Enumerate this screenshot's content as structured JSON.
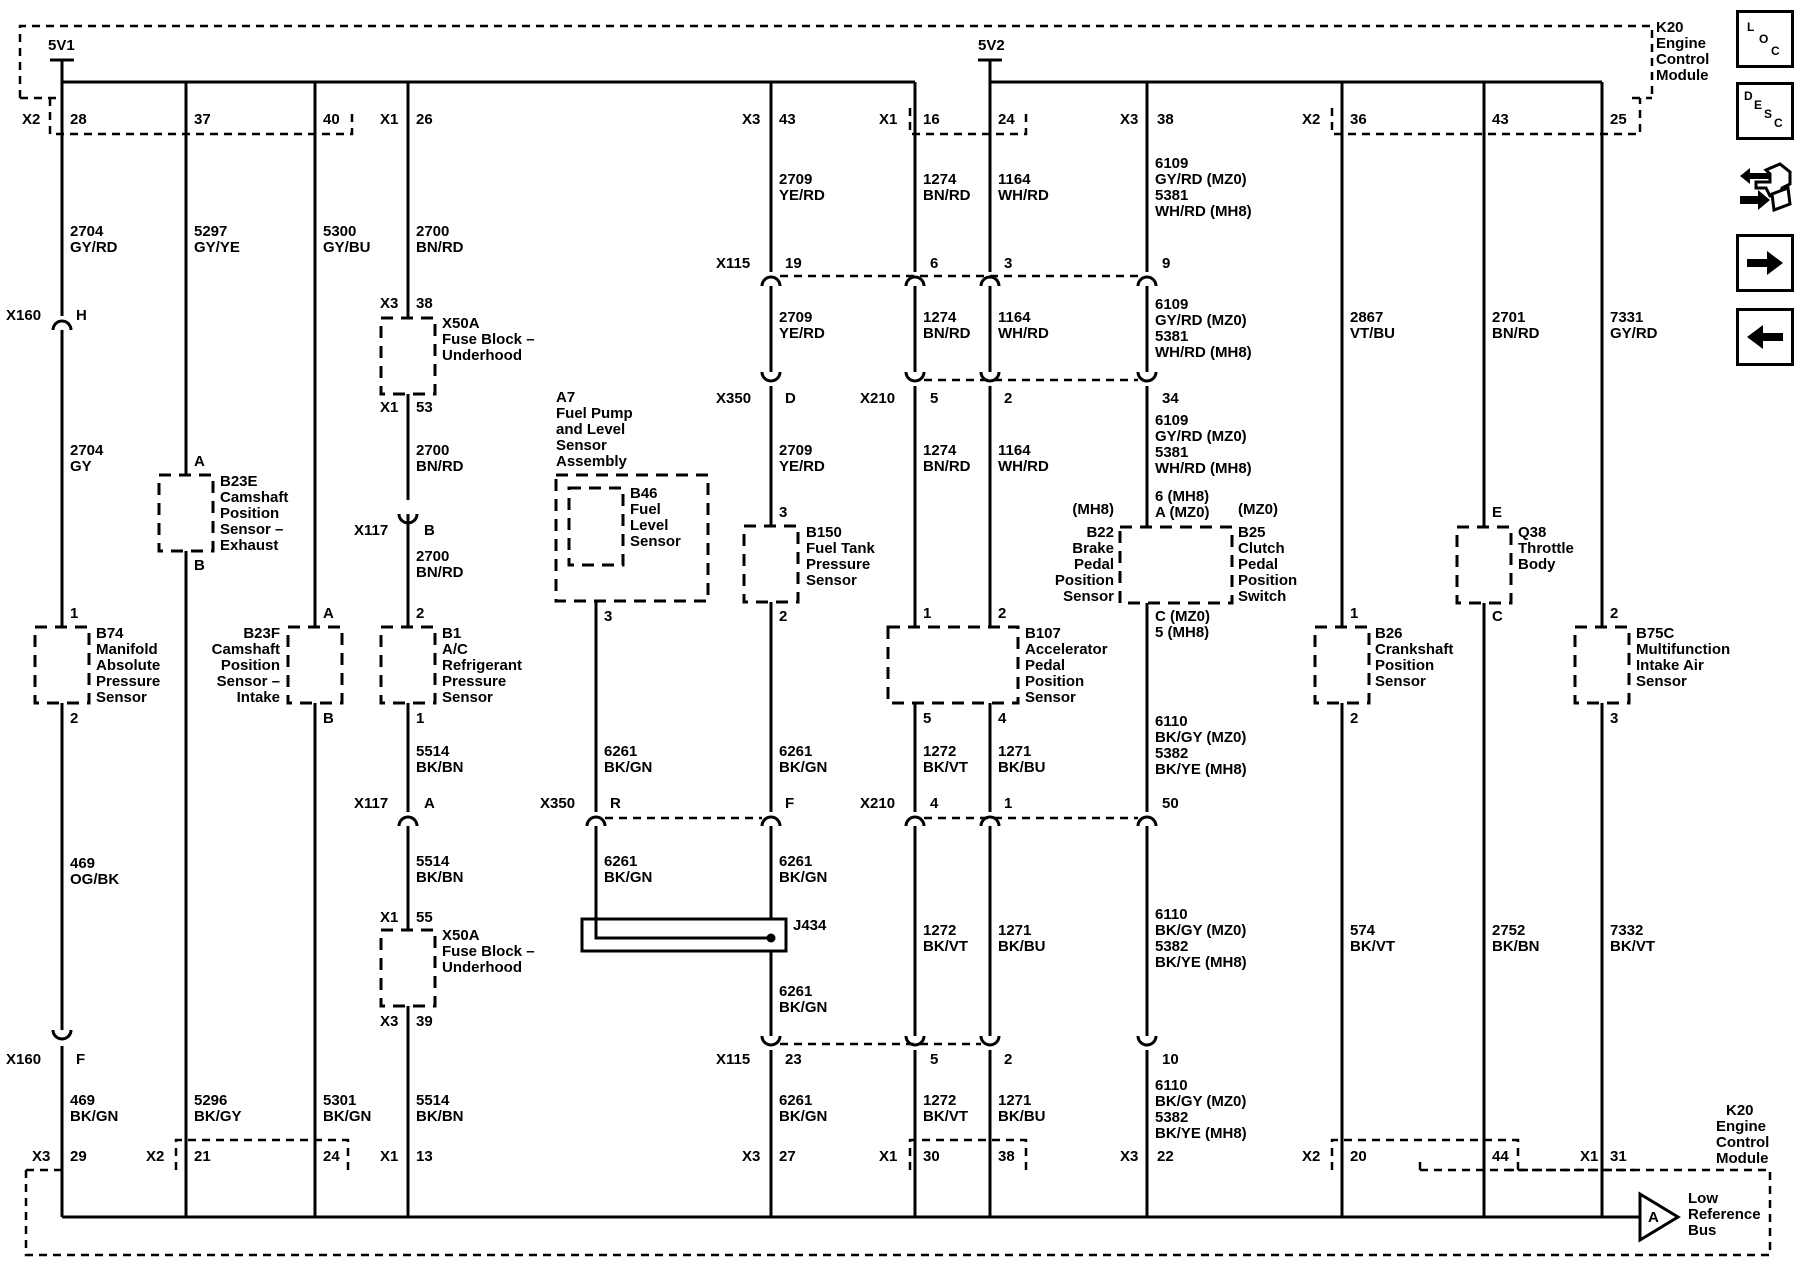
{
  "module": {
    "label_top": [
      "K20",
      "Engine",
      "Control",
      "Module"
    ],
    "label_bottom": [
      "K20",
      "Engine",
      "Control",
      "Module"
    ]
  },
  "supplies": [
    "5V1",
    "5V2"
  ],
  "top_connectors": [
    {
      "conn": "X2",
      "pins": [
        "28",
        "37",
        "40"
      ]
    },
    {
      "conn": "X1",
      "pins": [
        "26"
      ]
    },
    {
      "conn": "X3",
      "pins": [
        "43"
      ]
    },
    {
      "conn": "X1",
      "pins": [
        "16",
        "24"
      ]
    },
    {
      "conn": "X3",
      "pins": [
        "38"
      ]
    },
    {
      "conn": "X2",
      "pins": [
        "36",
        "43",
        "25"
      ]
    }
  ],
  "bottom_connectors": [
    {
      "conn": "X3",
      "pins": [
        "29"
      ]
    },
    {
      "conn": "X2",
      "pins": [
        "21",
        "24"
      ]
    },
    {
      "conn": "X1",
      "pins": [
        "13"
      ]
    },
    {
      "conn": "X3",
      "pins": [
        "27"
      ]
    },
    {
      "conn": "X1",
      "pins": [
        "30",
        "38"
      ]
    },
    {
      "conn": "X3",
      "pins": [
        "22"
      ]
    },
    {
      "conn": "X2",
      "pins": [
        "20",
        "44"
      ]
    },
    {
      "conn": "X1",
      "pins": [
        "31"
      ]
    }
  ],
  "wire_labels": {
    "w2704_top": [
      "2704",
      "GY/RD"
    ],
    "w2704_mid": [
      "2704",
      "GY"
    ],
    "w469_mid": [
      "469",
      "OG/BK"
    ],
    "w469_bot": [
      "469",
      "BK/GN"
    ],
    "w5297": [
      "5297",
      "GY/YE"
    ],
    "w5296": [
      "5296",
      "BK/GY"
    ],
    "w5300": [
      "5300",
      "GY/BU"
    ],
    "w5301": [
      "5301",
      "BK/GN"
    ],
    "w2700_a": [
      "2700",
      "BN/RD"
    ],
    "w2700_b": [
      "2700",
      "BN/RD"
    ],
    "w2700_c": [
      "2700",
      "BN/RD"
    ],
    "w5514_a": [
      "5514",
      "BK/BN"
    ],
    "w5514_b": [
      "5514",
      "BK/BN"
    ],
    "w5514_c": [
      "5514",
      "BK/BN"
    ],
    "w2709_a": [
      "2709",
      "YE/RD"
    ],
    "w2709_b": [
      "2709",
      "YE/RD"
    ],
    "w2709_c": [
      "2709",
      "YE/RD"
    ],
    "w6261_a": [
      "6261",
      "BK/GN"
    ],
    "w6261_b": [
      "6261",
      "BK/GN"
    ],
    "w6261_c": [
      "6261",
      "BK/GN"
    ],
    "w6261_d": [
      "6261",
      "BK/GN"
    ],
    "w6261_e": [
      "6261",
      "BK/GN"
    ],
    "w6261_f": [
      "6261",
      "BK/GN"
    ],
    "w1274_a": [
      "1274",
      "BN/RD"
    ],
    "w1274_b": [
      "1274",
      "BN/RD"
    ],
    "w1274_c": [
      "1274",
      "BN/RD"
    ],
    "w1164_a": [
      "1164",
      "WH/RD"
    ],
    "w1164_b": [
      "1164",
      "WH/RD"
    ],
    "w1164_c": [
      "1164",
      "WH/RD"
    ],
    "w1272_a": [
      "1272",
      "BK/VT"
    ],
    "w1272_b": [
      "1272",
      "BK/VT"
    ],
    "w1272_c": [
      "1272",
      "BK/VT"
    ],
    "w1271_a": [
      "1271",
      "BK/BU"
    ],
    "w1271_b": [
      "1271",
      "BK/BU"
    ],
    "w1271_c": [
      "1271",
      "BK/BU"
    ],
    "w6109_a": [
      "6109",
      "GY/RD (MZ0)",
      "5381",
      "WH/RD (MH8)"
    ],
    "w6109_b": [
      "6109",
      "GY/RD (MZ0)",
      "5381",
      "WH/RD (MH8)"
    ],
    "w6109_c": [
      "6109",
      "GY/RD (MZ0)",
      "5381",
      "WH/RD (MH8)"
    ],
    "w6110_a": [
      "6110",
      "BK/GY (MZ0)",
      "5382",
      "BK/YE (MH8)"
    ],
    "w6110_b": [
      "6110",
      "BK/GY (MZ0)",
      "5382",
      "BK/YE (MH8)"
    ],
    "w6110_c": [
      "6110",
      "BK/GY (MZ0)",
      "5382",
      "BK/YE (MH8)"
    ],
    "w2867": [
      "2867",
      "VT/BU"
    ],
    "w574": [
      "574",
      "BK/VT"
    ],
    "w2701": [
      "2701",
      "BN/RD"
    ],
    "w2752": [
      "2752",
      "BK/BN"
    ],
    "w7331": [
      "7331",
      "GY/RD"
    ],
    "w7332": [
      "7332",
      "BK/VT"
    ]
  },
  "components": {
    "b74": [
      "B74",
      "Manifold",
      "Absolute",
      "Pressure",
      "Sensor"
    ],
    "b23e": [
      "B23E",
      "Camshaft",
      "Position",
      "Sensor –",
      "Exhaust"
    ],
    "b23f": [
      "B23F",
      "Camshaft",
      "Position",
      "Sensor –",
      "Intake"
    ],
    "b1": [
      "B1",
      "A/C",
      "Refrigerant",
      "Pressure",
      "Sensor"
    ],
    "x50a_top": [
      "X50A",
      "Fuse Block –",
      "Underhood"
    ],
    "x50a_bot": [
      "X50A",
      "Fuse Block –",
      "Underhood"
    ],
    "a7": [
      "A7",
      "Fuel Pump",
      "and Level",
      "Sensor",
      "Assembly"
    ],
    "b46": [
      "B46",
      "Fuel",
      "Level",
      "Sensor"
    ],
    "b150": [
      "B150",
      "Fuel Tank",
      "Pressure",
      "Sensor"
    ],
    "b107": [
      "B107",
      "Accelerator",
      "Pedal",
      "Position",
      "Sensor"
    ],
    "b22": [
      "(MH8)",
      "B22",
      "Brake",
      "Pedal",
      "Position",
      "Sensor"
    ],
    "b25": [
      "(MZ0)",
      "B25",
      "Clutch",
      "Pedal",
      "Position",
      "Switch"
    ],
    "b26": [
      "B26",
      "Crankshaft",
      "Position",
      "Sensor"
    ],
    "q38": [
      "Q38",
      "Throttle",
      "Body"
    ],
    "b75c": [
      "B75C",
      "Multifunction",
      "Intake Air",
      "Sensor"
    ],
    "j434": "J434",
    "low_ref": [
      "Low",
      "Reference",
      "Bus"
    ],
    "low_ref_symbol": "A"
  },
  "inline_connectors": {
    "x160_h": [
      "X160",
      "H"
    ],
    "x160_f": [
      "X160",
      "F"
    ],
    "x117_b": [
      "X117",
      "B"
    ],
    "x117_a": [
      "X117",
      "A"
    ],
    "x50a_t_top": [
      "X3",
      "38"
    ],
    "x50a_t_bot": [
      "X1",
      "53"
    ],
    "x50a_b_top": [
      "X1",
      "55"
    ],
    "x50a_b_bot": [
      "X3",
      "39"
    ],
    "x115_top": [
      "X115",
      "19",
      "6",
      "3",
      "9"
    ],
    "x350_top": [
      "X350",
      "D"
    ],
    "x210_top": [
      "X210",
      "5",
      "2",
      "34"
    ],
    "x350_bot": [
      "X350",
      "R",
      "F"
    ],
    "x210_bot": [
      "X210",
      "4",
      "1",
      "50"
    ],
    "x115_bot": [
      "X115",
      "23",
      "5",
      "2",
      "10"
    ]
  },
  "pins": {
    "b74": [
      "1",
      "2"
    ],
    "b23e": [
      "A",
      "B"
    ],
    "b23f": [
      "A",
      "B"
    ],
    "b1": [
      "2",
      "1"
    ],
    "b46": [
      "3"
    ],
    "b150": [
      "3",
      "2"
    ],
    "b107": [
      "1",
      "2",
      "5",
      "4"
    ],
    "b22_b25_top": [
      "6 (MH8)",
      "A (MZ0)"
    ],
    "b22_b25_bot": [
      "C (MZ0)",
      "5 (MH8)"
    ],
    "b26": [
      "1",
      "2"
    ],
    "q38": [
      "E",
      "C"
    ],
    "b75c": [
      "2",
      "3"
    ]
  },
  "nav_buttons": [
    {
      "id": "loc",
      "letters": [
        "L",
        "O",
        "C"
      ]
    },
    {
      "id": "desc",
      "letters": [
        "D",
        "E",
        "S",
        "C"
      ]
    },
    {
      "id": "connector",
      "icon": "connector-icon"
    },
    {
      "id": "next",
      "icon": "arrow-right-icon"
    },
    {
      "id": "prev",
      "icon": "arrow-left-icon"
    }
  ]
}
